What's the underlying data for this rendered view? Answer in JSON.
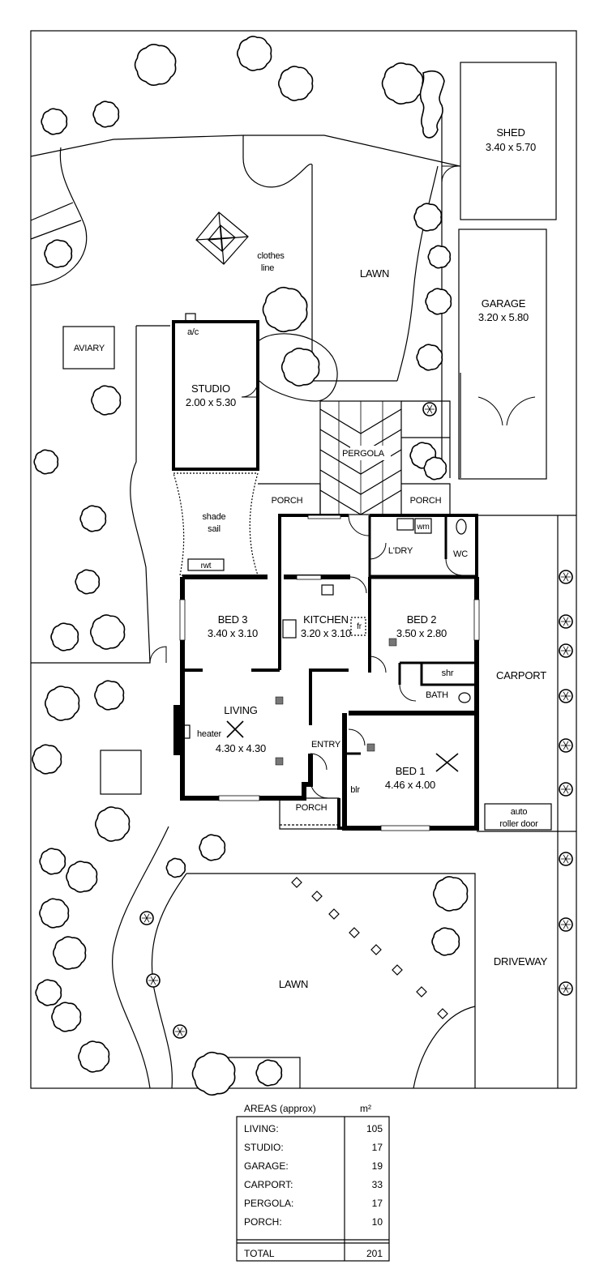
{
  "labels": {
    "shed": "SHED",
    "shed_dim": "3.40 x 5.70",
    "garage": "GARAGE",
    "garage_dim": "3.20 x 5.80",
    "lawn_top": "LAWN",
    "clothes": "clothes",
    "line": "line",
    "aviary": "AVIARY",
    "ac": "a/c",
    "studio": "STUDIO",
    "studio_dim": "2.00 x 5.30",
    "pergola": "PERGOLA",
    "porch_left": "PORCH",
    "porch_right": "PORCH",
    "shade": "shade",
    "sail": "sail",
    "rwt": "rwt",
    "wm": "wm",
    "ldry": "L'DRY",
    "wc": "WC",
    "bed3": "BED 3",
    "bed3_dim": "3.40 x 3.10",
    "kitchen": "KITCHEN",
    "kitchen_dim": "3.20 x 3.10",
    "fr": "fr",
    "bed2": "BED 2",
    "bed2_dim": "3.50 x 2.80",
    "shr": "shr",
    "bath": "BATH",
    "carport": "CARPORT",
    "living": "LIVING",
    "heater": "heater",
    "living_dim": "4.30 x 4.30",
    "entry": "ENTRY",
    "bed1": "BED 1",
    "bed1_dim": "4.46 x 4.00",
    "blr": "blr",
    "porch_front": "PORCH",
    "auto": "auto",
    "roller_door": "roller door",
    "driveway": "DRIVEWAY",
    "lawn_bottom": "LAWN"
  },
  "areas": {
    "title": "AREAS (approx)",
    "unit": "m²",
    "rows": [
      {
        "label": "LIVING:",
        "value": "105"
      },
      {
        "label": "STUDIO:",
        "value": "17"
      },
      {
        "label": "GARAGE:",
        "value": "19"
      },
      {
        "label": "CARPORT:",
        "value": "33"
      },
      {
        "label": "PERGOLA:",
        "value": "17"
      },
      {
        "label": "PORCH:",
        "value": "10"
      }
    ],
    "total_label": "TOTAL",
    "total_value": "201"
  }
}
